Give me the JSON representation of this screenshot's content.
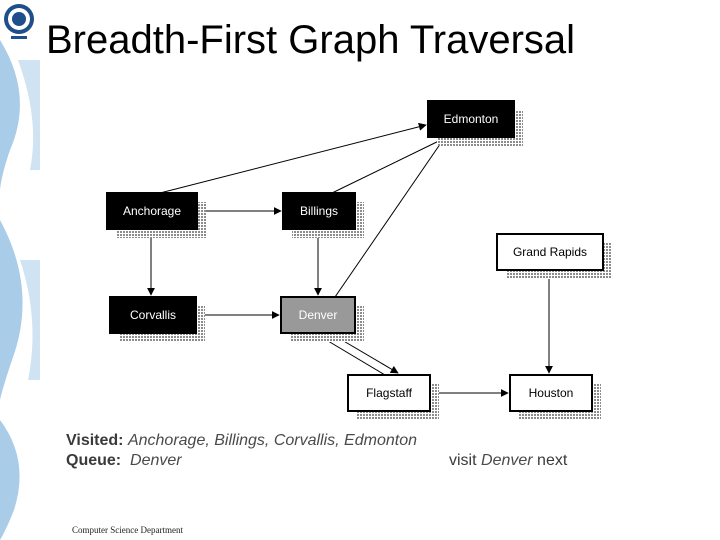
{
  "slide": {
    "title": "Breadth-First Graph Traversal",
    "footer": "Computer Science Department"
  },
  "graph": {
    "nodes": [
      {
        "id": "edmonton",
        "label": "Edmonton",
        "style": "black"
      },
      {
        "id": "anchorage",
        "label": "Anchorage",
        "style": "black"
      },
      {
        "id": "billings",
        "label": "Billings",
        "style": "black"
      },
      {
        "id": "grand-rapids",
        "label": "Grand Rapids",
        "style": "white"
      },
      {
        "id": "corvallis",
        "label": "Corvallis",
        "style": "black"
      },
      {
        "id": "denver",
        "label": "Denver",
        "style": "gray"
      },
      {
        "id": "flagstaff",
        "label": "Flagstaff",
        "style": "white"
      },
      {
        "id": "houston",
        "label": "Houston",
        "style": "white"
      }
    ],
    "edges": [
      {
        "from": "anchorage",
        "to": "edmonton"
      },
      {
        "from": "anchorage",
        "to": "billings"
      },
      {
        "from": "anchorage",
        "to": "corvallis"
      },
      {
        "from": "billings",
        "to": "edmonton"
      },
      {
        "from": "billings",
        "to": "denver"
      },
      {
        "from": "corvallis",
        "to": "denver"
      },
      {
        "from": "denver",
        "to": "edmonton"
      },
      {
        "from": "denver",
        "to": "flagstaff"
      },
      {
        "from": "flagstaff",
        "to": "denver"
      },
      {
        "from": "flagstaff",
        "to": "houston"
      },
      {
        "from": "grand-rapids",
        "to": "houston"
      }
    ]
  },
  "status": {
    "visited_label": "Visited:",
    "visited_value": "Anchorage, Billings, Corvallis, Edmonton",
    "queue_label": "Queue:",
    "queue_value": "Denver",
    "next_prefix": "visit",
    "next_node": "Denver",
    "next_suffix": "next"
  },
  "colors": {
    "black_node": "#000000",
    "gray_node": "#999999",
    "white_node": "#ffffff",
    "stripe": "#a9cce8",
    "edge": "#000000"
  }
}
